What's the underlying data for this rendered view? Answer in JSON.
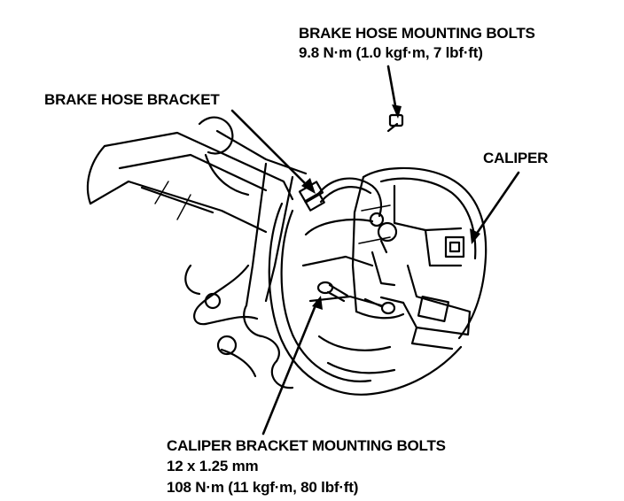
{
  "labels": {
    "brake_hose_bolts": {
      "title": "BRAKE HOSE MOUNTING BOLTS",
      "torque": "9.8 N·m (1.0 kgf·m, 7 lbf·ft)"
    },
    "brake_hose_bracket": {
      "title": "BRAKE HOSE BRACKET"
    },
    "caliper": {
      "title": "CALIPER"
    },
    "caliper_bracket_bolts": {
      "title": "CALIPER BRACKET MOUNTING BOLTS",
      "size": "12 x 1.25 mm",
      "torque": "108 N·m (11 kgf·m, 80 lbf·ft)"
    }
  },
  "colors": {
    "ink": "#000000",
    "paper": "#ffffff"
  }
}
